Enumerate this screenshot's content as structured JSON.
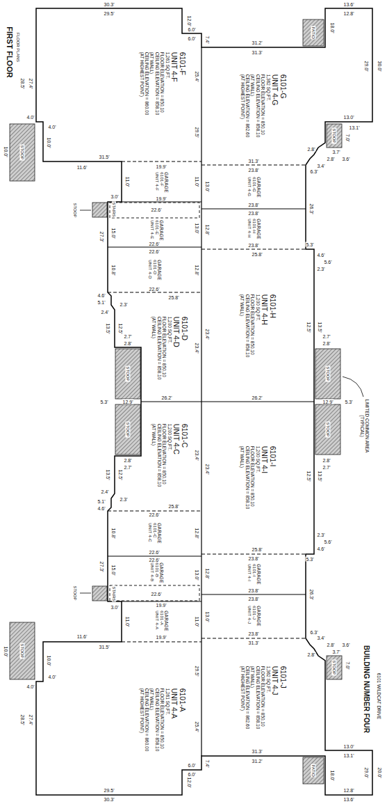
{
  "diagram": {
    "title": "FIRST FLOOR",
    "nodes": [
      {
        "text": [
          "6101-F",
          "UNIT 4-F",
          "1,261 SQ.FT.",
          "FLOOR ELEVATION = 850.10",
          "CEILING ELEVATION = 858.10",
          "(AT WALL)",
          "CEILING ELEVATION = 860.00",
          "(AT HIGHEST POINT)"
        ]
      },
      {
        "text": [
          "PATIO"
        ]
      },
      {
        "text": [
          "6101-G",
          "UNIT 4-G",
          "1,362 SQ.FT.",
          "FLOOR ELEVATION = 850.10",
          "CEILING ELEVATION = 858.10",
          "(AT WALL)",
          "CEILING ELEVATION = 862.60",
          "(AT HIGHEST POINT)"
        ]
      },
      {
        "text": [
          "STOOP"
        ]
      },
      {
        "text": [
          "STOOP"
        ]
      },
      {
        "text": [
          "GARAGE",
          "6101-F",
          "UNIT 4-F"
        ]
      },
      {
        "text": [
          "GARAGE",
          "6101-G",
          "UNIT 4-G"
        ]
      },
      {
        "text": [
          "GARAGE",
          "6101-E",
          "UNIT 4-E"
        ]
      },
      {
        "text": [
          "GARAGE",
          "6101-H",
          "UNIT 4-H"
        ]
      },
      {
        "text": [
          "GARAGE",
          "6101-D",
          "UNIT 4-D"
        ]
      },
      {
        "text": [
          "6101-D",
          "UNIT 4-D",
          "1,200 SQ.FT.",
          "FLOOR ELEVATION = 850.10",
          "CEILING ELEVATION = 858.10",
          "(AT WALL)"
        ]
      },
      {
        "text": [
          "6101-H",
          "UNIT 4-H",
          "1,200 SQ.FT.",
          "FLOOR ELEVATION = 850.10",
          "CEILING ELEVATION = 858.10",
          "(AT WALL)"
        ]
      },
      {
        "text": [
          "STOOP"
        ]
      },
      {
        "text": [
          "STOOP"
        ]
      },
      {
        "text": [
          "STOOP"
        ]
      },
      {
        "text": [
          "STOOP"
        ]
      },
      {
        "text": [
          "6101-C",
          "UNIT 4-C",
          "1,200 SQ.FT.",
          "FLOOR ELEVATION = 850.10",
          "CEILING ELEVATION = 858.10",
          "(AT WALL)"
        ]
      },
      {
        "text": [
          "6101-I",
          "UNIT 4-I",
          "1,200 SQ.FT.",
          "FLOOR ELEVATION = 850.10",
          "CEILING ELEVATION = 858.10",
          "(AT WALL)"
        ]
      },
      {
        "text": [
          "GARAGE",
          "6101-C",
          "UNIT 4-C"
        ]
      },
      {
        "text": [
          "GARAGE",
          "6101-I",
          "UNIT 4-I"
        ]
      },
      {
        "text": [
          "GARAGE",
          "6101-B",
          "UNIT 4-B"
        ]
      },
      {
        "text": [
          "GARAGE",
          "6101-J",
          "UNIT 4-J"
        ]
      },
      {
        "text": [
          "GARAGE",
          "6101-A",
          "UNIT 4-A"
        ]
      },
      {
        "text": [
          "STOOP"
        ]
      },
      {
        "text": [
          "6101-J",
          "UNIT 4-J",
          "1,362 SQ.FT.",
          "FLOOR ELEVATION = 850.10",
          "CEILING ELEVATION = 858.10",
          "(AT WALL)",
          "CEILING ELEVATION = 862.60",
          "(AT HIGHEST POINT)"
        ]
      },
      {
        "text": [
          "STOOP"
        ]
      },
      {
        "text": [
          "6101-A",
          "UNIT 4-A",
          "1,261 SQ.FT.",
          "FLOOR ELEVATION = 850.10",
          "CEILING ELEVATION = 858.10",
          "(AT WALL)",
          "CEILING ELEVATION = 860.00",
          "(AT HIGHEST POINT)"
        ]
      },
      {
        "text": [
          "PATIO"
        ]
      }
    ],
    "labels": [
      "30.3'",
      "29.5'",
      "12.0'",
      "6.0'",
      "6.0'",
      "7.4'",
      "28.5'",
      "27.4'",
      "25.4'",
      "29.5'",
      "4.0'",
      "4.0'",
      "10.0'",
      "10.0'",
      "11.6'",
      "31.5'",
      "19.9'",
      "11.0'",
      "11.0'",
      "19.9'",
      "3.0'",
      "STAIRS",
      "22.6'",
      "STOOP",
      "15.0'",
      "13.0'",
      "27.3'",
      "22.6'",
      "22.6'",
      "10.8'",
      "12.8'",
      "22.6'",
      "25.8'",
      "4.6'",
      "5.1'",
      "2.4'",
      "2.3'",
      "13.5'",
      "12.5'",
      "2.7'",
      "2.8'",
      "23.4'",
      "31.2'",
      "31.3'",
      "31.3'",
      "23.8'",
      "6.3'",
      "13.0'",
      "26.3'",
      "23.8'",
      "23.8'",
      "12.8'",
      "23.8'",
      "25.8'",
      "5.3'",
      "4.6'",
      "5.6'",
      "2.3'",
      "12.5'",
      "13.5'",
      "23.4'",
      "2.7'",
      "2.8'",
      "30.3'",
      "29.5'",
      "12.0'",
      "6.0'",
      "6.0'",
      "7.4'",
      "28.5'",
      "27.4'",
      "25.4'",
      "29.5'",
      "4.0'",
      "4.0'",
      "10.0'",
      "10.0'",
      "11.6'",
      "31.5'",
      "19.9'",
      "11.0'",
      "11.0'",
      "19.9'",
      "3.0'",
      "STAIRS",
      "22.6'",
      "STOOP",
      "15.0'",
      "13.0'",
      "27.3'",
      "22.6'",
      "22.6'",
      "10.8'",
      "12.8'",
      "22.6'",
      "25.8'",
      "4.6'",
      "5.1'",
      "2.4'",
      "2.3'",
      "13.5'",
      "12.5'",
      "2.7'",
      "2.8'",
      "23.4'",
      "31.2'",
      "31.3'",
      "31.3'",
      "23.8'",
      "6.3'",
      "13.0'",
      "26.3'",
      "23.8'",
      "23.8'",
      "12.8'",
      "23.8'",
      "25.8'",
      "5.3'",
      "4.6'",
      "5.6'",
      "2.3'",
      "12.5'",
      "13.5'",
      "23.4'",
      "2.7'",
      "2.8'",
      "13.6'",
      "12.8'",
      "18.0'",
      "30.0'",
      "29.0'",
      "13.0'",
      "13.1'",
      "7.0'",
      "3.7'",
      "2.8'",
      "3.4'",
      "3.6'",
      "2.8'",
      "13.0'",
      "13.1'",
      "20.0'",
      "29.0'",
      "18.0'",
      "12.8'",
      "13.6'",
      "7.0'",
      "3.7'",
      "2.8'",
      "3.4'",
      "3.6'",
      "2.8'",
      "26.2'",
      "26.2'",
      "12.9'",
      "5.3'",
      "12.9'",
      "5.3'",
      "FLOOR PLANS",
      "BUILDING NUMBER FOUR",
      "6101 WILDCAT DRIVE",
      "LIMITED COMMON AREA (TYPICAL)"
    ]
  }
}
